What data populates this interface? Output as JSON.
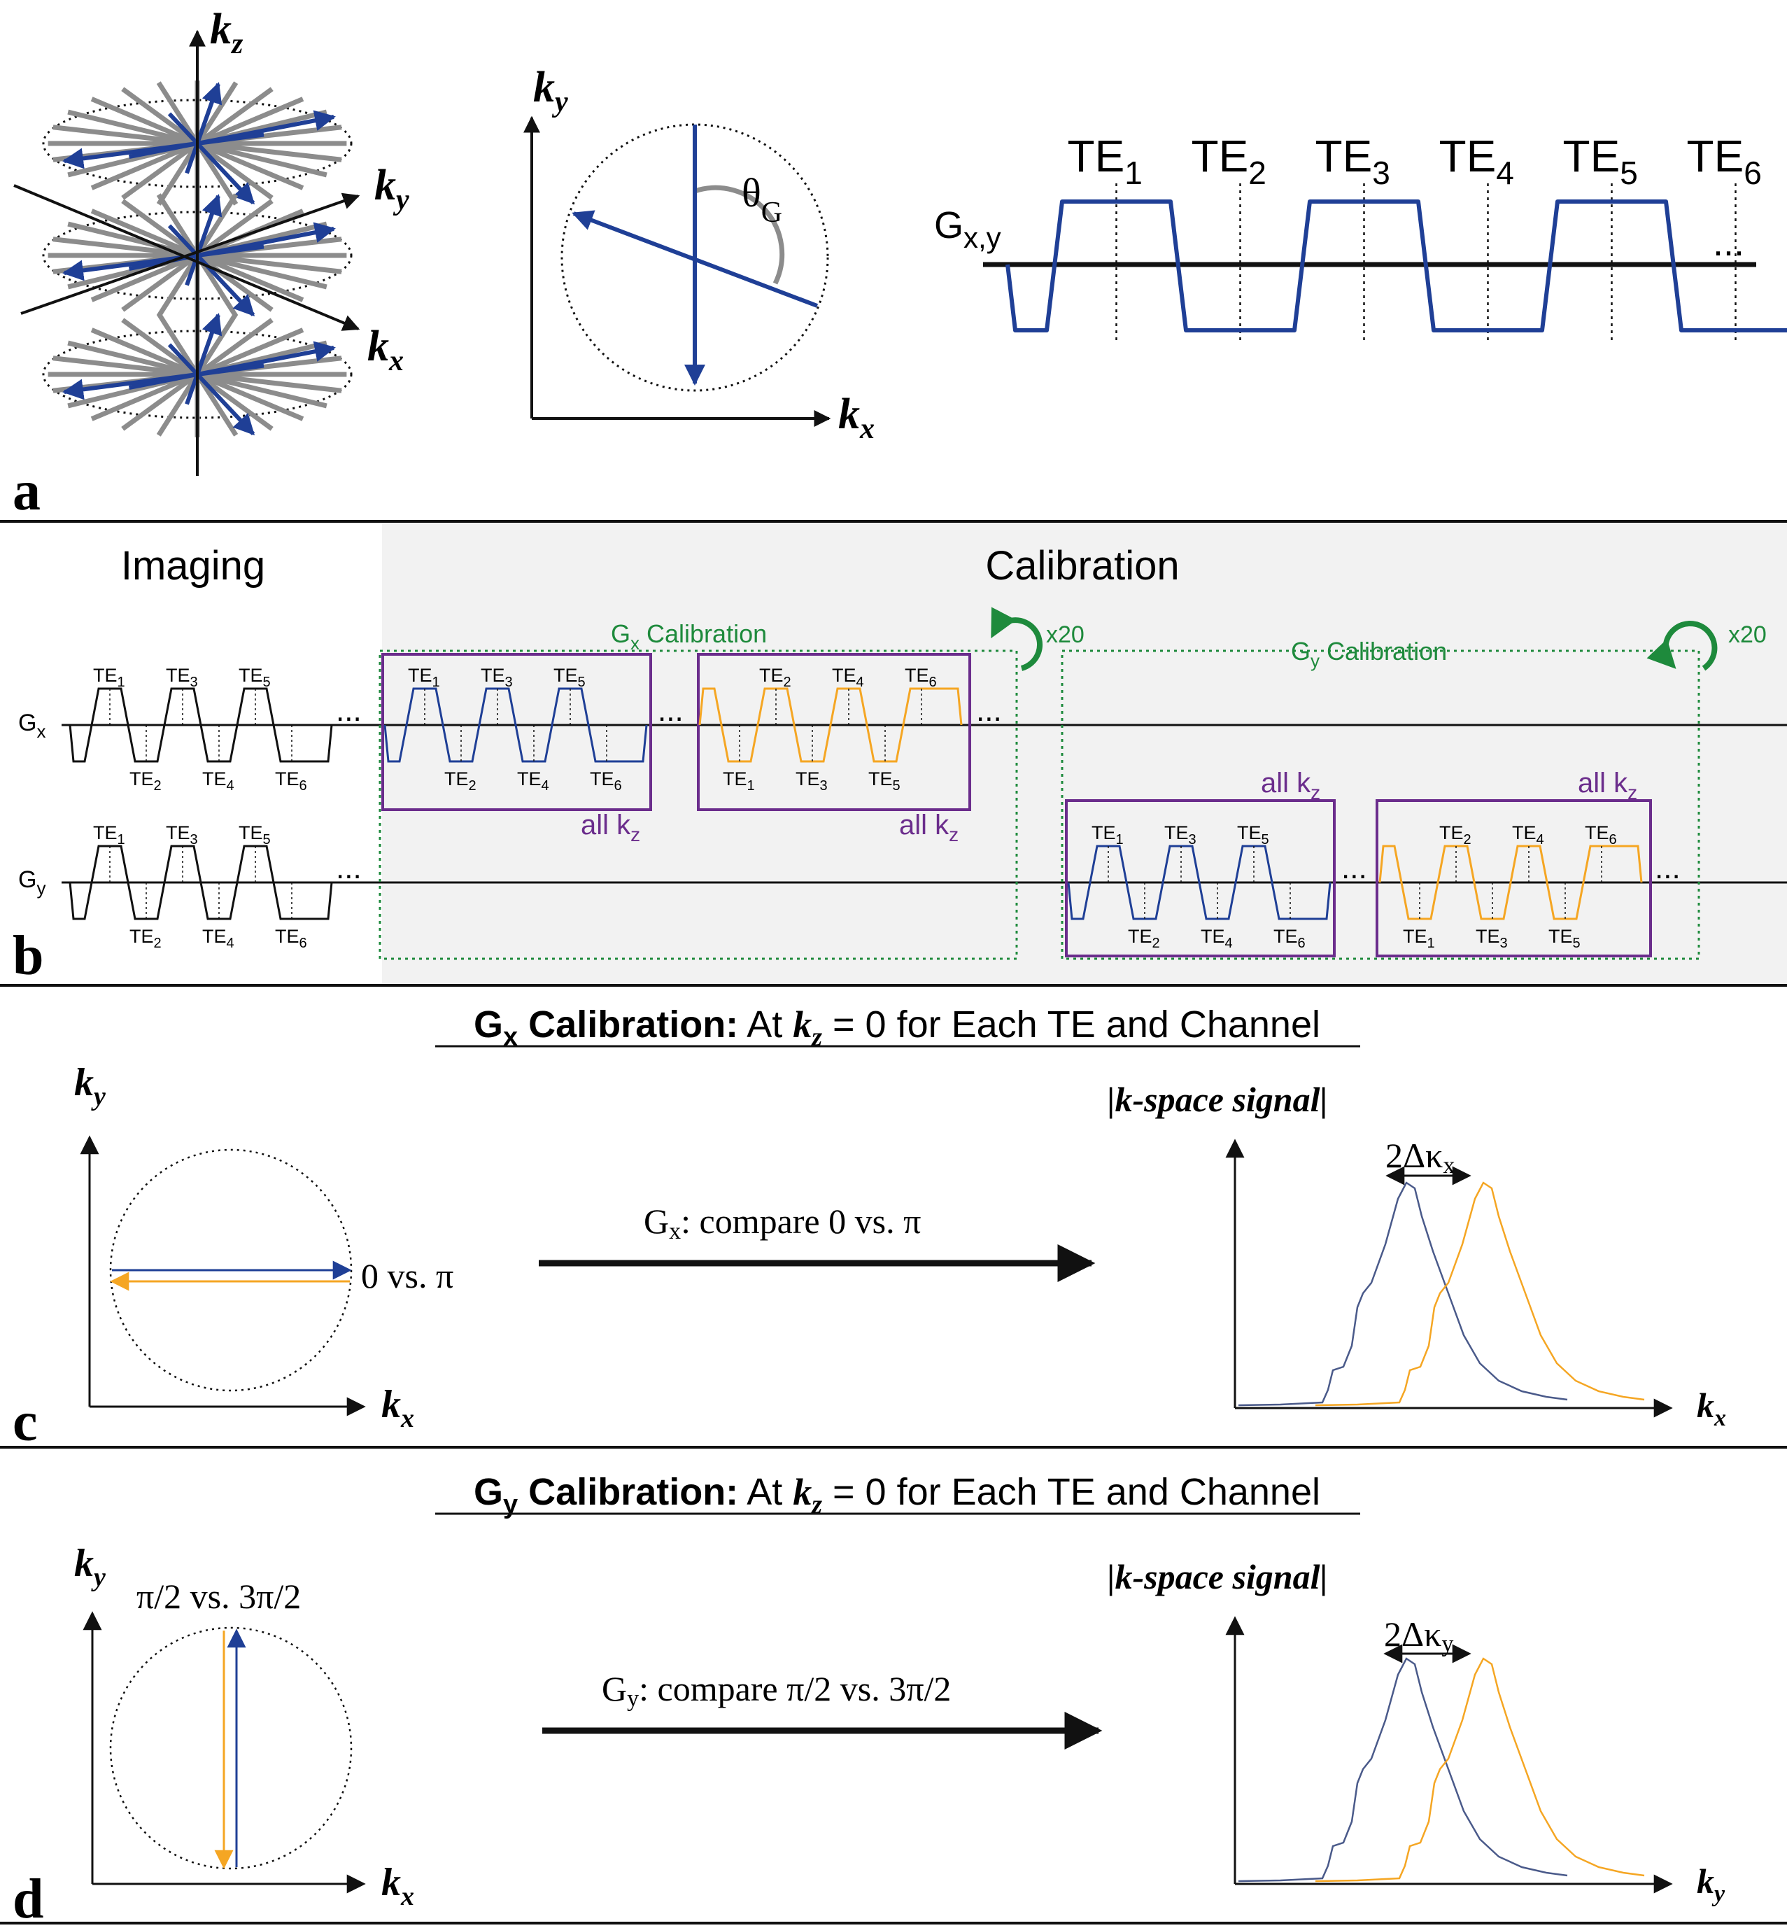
{
  "colors": {
    "blue": "#1f3f96",
    "orange": "#f5a623",
    "purple": "#6b2d8c",
    "green": "#1e8a3c",
    "gray": "#8c8c8c",
    "panel_bg": "#f2f2f2",
    "black": "#111111"
  },
  "panel_a": {
    "letter": "a",
    "stack_axis_kz": "k",
    "stack_axis_kz_sub": "z",
    "stack_axis_ky": "k",
    "stack_axis_ky_sub": "y",
    "stack_axis_kx": "k",
    "stack_axis_kx_sub": "x",
    "circle_axis_ky": "k",
    "circle_axis_ky_sub": "y",
    "circle_axis_kx": "k",
    "circle_axis_kx_sub": "x",
    "angle_label": "θ",
    "angle_label_sub": "G",
    "gradient_label": "G",
    "gradient_label_sub": "x,y",
    "te_labels": [
      "TE",
      "TE",
      "TE",
      "TE",
      "TE",
      "TE"
    ],
    "te_subs": [
      "1",
      "2",
      "3",
      "4",
      "5",
      "6"
    ],
    "ellipsis": "..."
  },
  "panel_b": {
    "letter": "b",
    "imaging_title": "Imaging",
    "calibration_title": "Calibration",
    "gx_label": "G",
    "gx_sub": "x",
    "gy_label": "G",
    "gy_sub": "y",
    "te_prefix": "TE",
    "odd_subs": [
      "1",
      "3",
      "5"
    ],
    "even_subs": [
      "2",
      "4",
      "6"
    ],
    "gx_cal_label": "G",
    "gx_cal_sub": "x",
    "gx_cal_rest": " Calibration",
    "gy_cal_label": "G",
    "gy_cal_sub": "y",
    "gy_cal_rest": " Calibration",
    "repeat": "x20",
    "all_kz": "all k",
    "all_kz_sub": "z",
    "ellipsis": "..."
  },
  "panel_c": {
    "letter": "c",
    "heading_bold": "G",
    "heading_bold_sub": "x",
    "heading_bold_rest": " Calibration:",
    "heading_mid": " At ",
    "heading_k": "k",
    "heading_k_sub": "z",
    "heading_rest": " = 0 for Each TE and Channel",
    "axis_ky": "k",
    "axis_ky_sub": "y",
    "axis_kx": "k",
    "axis_kx_sub": "x",
    "pair_label": "0 vs. π",
    "compare_g": "G",
    "compare_sub": "x",
    "compare_rest": ": compare 0 vs. π",
    "signal_title": "|k-space signal|",
    "shift_label": "2Δκ",
    "shift_sub": "x",
    "plot_axis": "k",
    "plot_axis_sub": "x"
  },
  "panel_d": {
    "letter": "d",
    "heading_bold": "G",
    "heading_bold_sub": "y",
    "heading_bold_rest": " Calibration:",
    "heading_mid": " At ",
    "heading_k": "k",
    "heading_k_sub": "z",
    "heading_rest": " = 0 for Each TE and Channel",
    "axis_ky": "k",
    "axis_ky_sub": "y",
    "axis_kx": "k",
    "axis_kx_sub": "x",
    "pair_label": "π/2 vs. 3π/2",
    "compare_g": "G",
    "compare_sub": "y",
    "compare_rest": ": compare π/2 vs. 3π/2",
    "signal_title": "|k-space signal|",
    "shift_label": "2Δκ",
    "shift_sub": "y",
    "plot_axis": "k",
    "plot_axis_sub": "y"
  }
}
